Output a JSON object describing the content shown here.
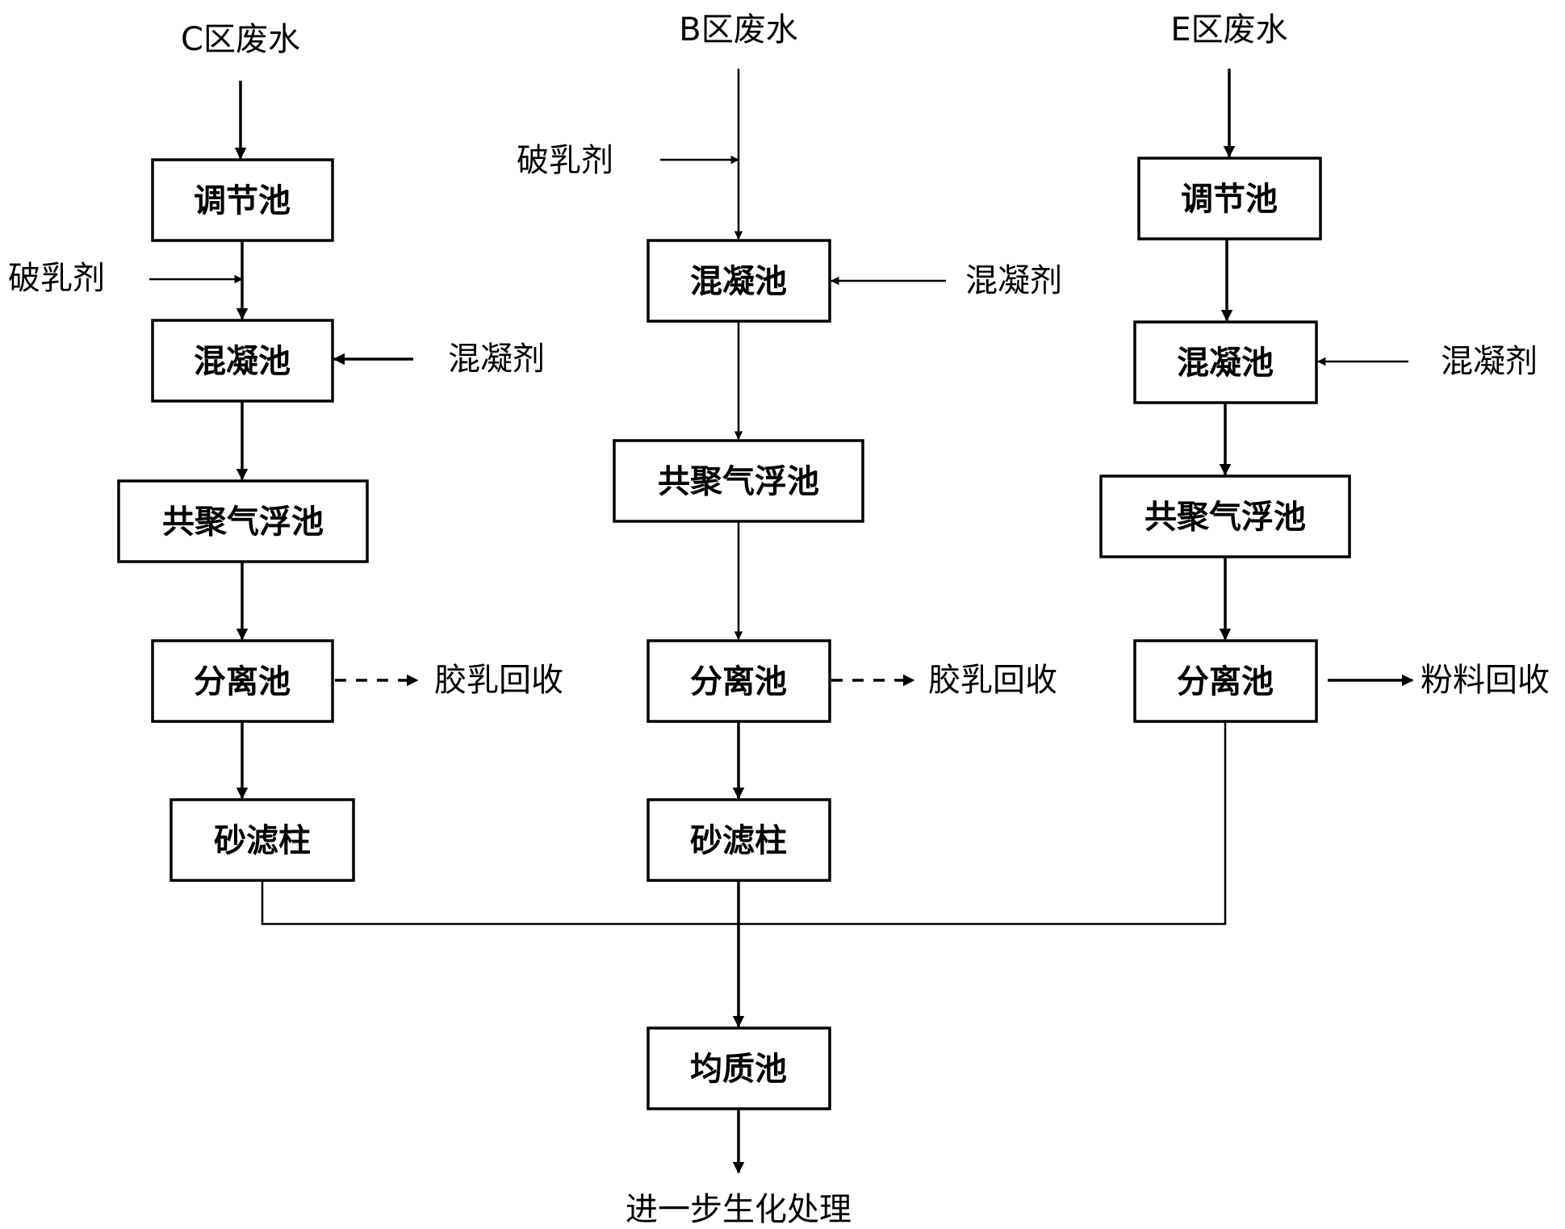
{
  "sources": {
    "c": "C区废水",
    "b": "B区废水",
    "e": "E区废水"
  },
  "chemicals": {
    "demulsifier": "破乳剂",
    "coagulant": "混凝剂"
  },
  "units": {
    "regulating_tank": "调节池",
    "coagulation_tank": "混凝池",
    "coalescence_flotation_tank": "共聚气浮池",
    "separation_tank": "分离池",
    "sand_filter": "砂滤柱",
    "homogenizing_tank": "均质池"
  },
  "outputs": {
    "latex_recovery": "胶乳回收",
    "powder_recovery": "粉料回收",
    "further_treatment": "进一步生化处理"
  }
}
